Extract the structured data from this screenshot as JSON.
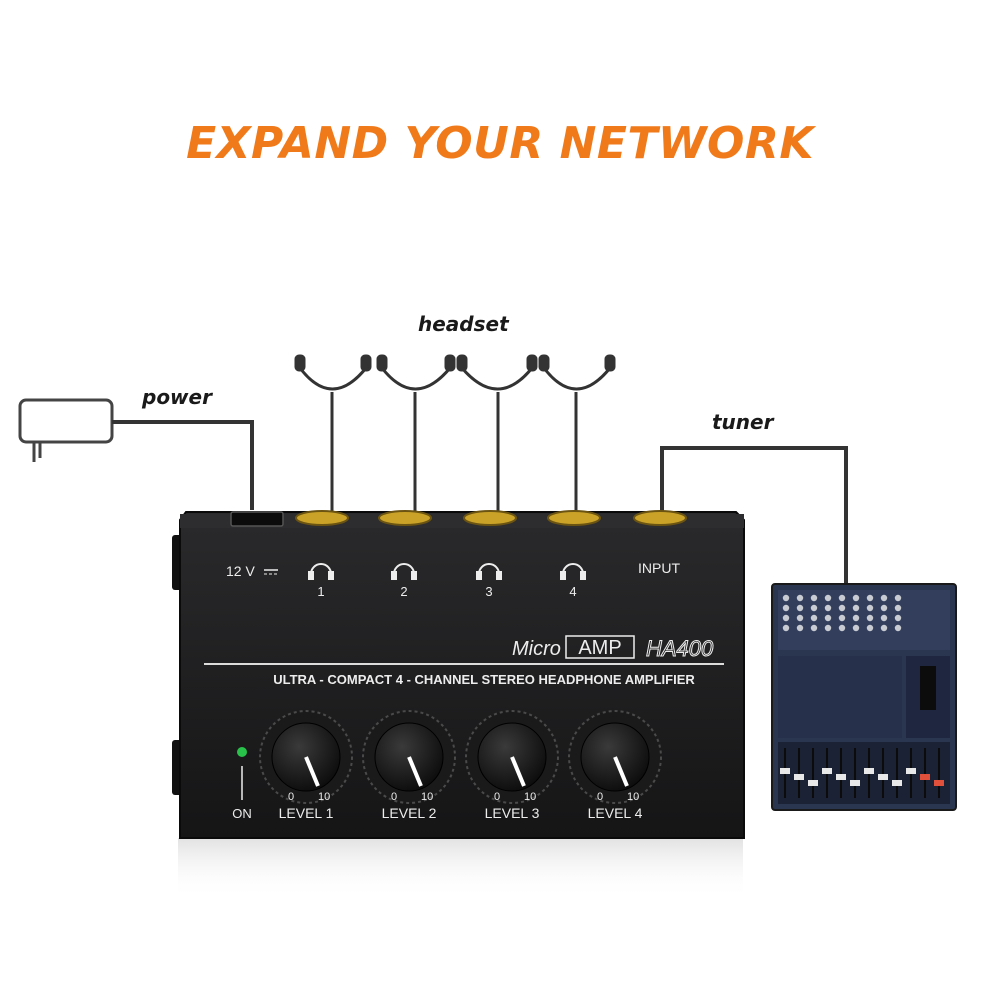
{
  "headline": {
    "text": "EXPAND YOUR NETWORK",
    "color": "#f07a1a"
  },
  "callouts": {
    "headset": "headset",
    "power": "power",
    "tuner": "tuner"
  },
  "device": {
    "brand_micro": "Micro",
    "brand_amp": "AMP",
    "model": "HA400",
    "subtitle": "ULTRA - COMPACT 4 - CHANNEL STEREO HEADPHONE AMPLIFIER",
    "power_label": "12 V",
    "input_label": "INPUT",
    "on_label": "ON",
    "outputs": [
      "1",
      "2",
      "3",
      "4"
    ],
    "knobs": [
      {
        "label": "LEVEL 1",
        "min": "0",
        "max": "10"
      },
      {
        "label": "LEVEL 2",
        "min": "0",
        "max": "10"
      },
      {
        "label": "LEVEL 3",
        "min": "0",
        "max": "10"
      },
      {
        "label": "LEVEL 4",
        "min": "0",
        "max": "10"
      }
    ]
  },
  "icons": [
    "power-adapter-icon",
    "earphone-icon",
    "headphone-icon",
    "audio-mixer-icon"
  ],
  "colors": {
    "accent": "#f07a1a",
    "device_body": "#1d1d1f",
    "jack_gold": "#c9a227",
    "led": "#28c24a",
    "mixer_blue": "#2a3550"
  }
}
